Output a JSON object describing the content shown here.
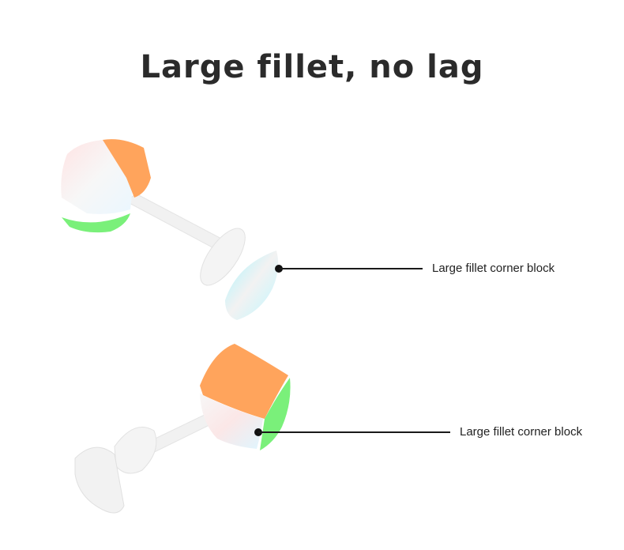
{
  "title": "Large fillet, no lag",
  "callouts": [
    {
      "label": "Large fillet corner block"
    },
    {
      "label": "Large fillet corner block"
    }
  ],
  "colors": {
    "orange": "#FFA45C",
    "green": "#7AF07A",
    "cyan": "#A6F5FF",
    "pink": "#FFD6D6",
    "white": "#F6F6F6"
  }
}
